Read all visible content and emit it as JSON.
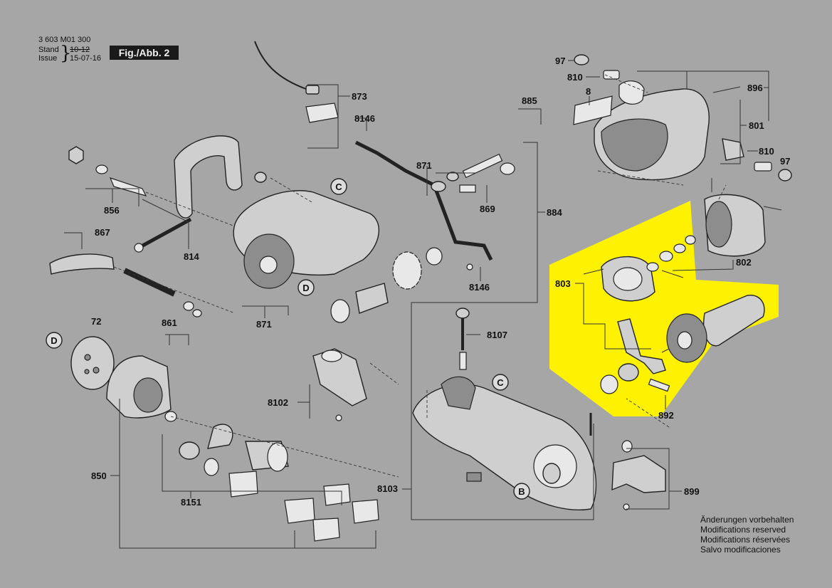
{
  "header": {
    "part_number": "3 603 M01 300",
    "stand_label": "Stand",
    "issue_label": "Issue",
    "stand_date": "10-12",
    "issue_date": "15-07-16",
    "figure_label": "Fig./Abb. 2"
  },
  "notes": [
    "Änderungen vorbehalten",
    "Modifications reserved",
    "Modifications réservées",
    "Salvo modificaciones"
  ],
  "part_labels": {
    "p97a": "97",
    "p810a": "810",
    "p8": "8",
    "p896": "896",
    "p801": "801",
    "p810b": "810",
    "p97b": "97",
    "p873": "873",
    "p8146a": "8146",
    "p885": "885",
    "p871a": "871",
    "p869": "869",
    "p884": "884",
    "p8146b": "8146",
    "p856": "856",
    "p867": "867",
    "p814": "814",
    "p871b": "871",
    "p72": "72",
    "p861": "861",
    "p8107": "8107",
    "p8102": "8102",
    "p850": "850",
    "p8151": "8151",
    "p8103": "8103",
    "p803": "803",
    "p802": "802",
    "p892": "892",
    "p899": "899"
  },
  "callouts": {
    "c1": "C",
    "d1": "D",
    "d2": "D",
    "c2": "C",
    "b1": "B"
  },
  "highlight_color": "#fff200"
}
